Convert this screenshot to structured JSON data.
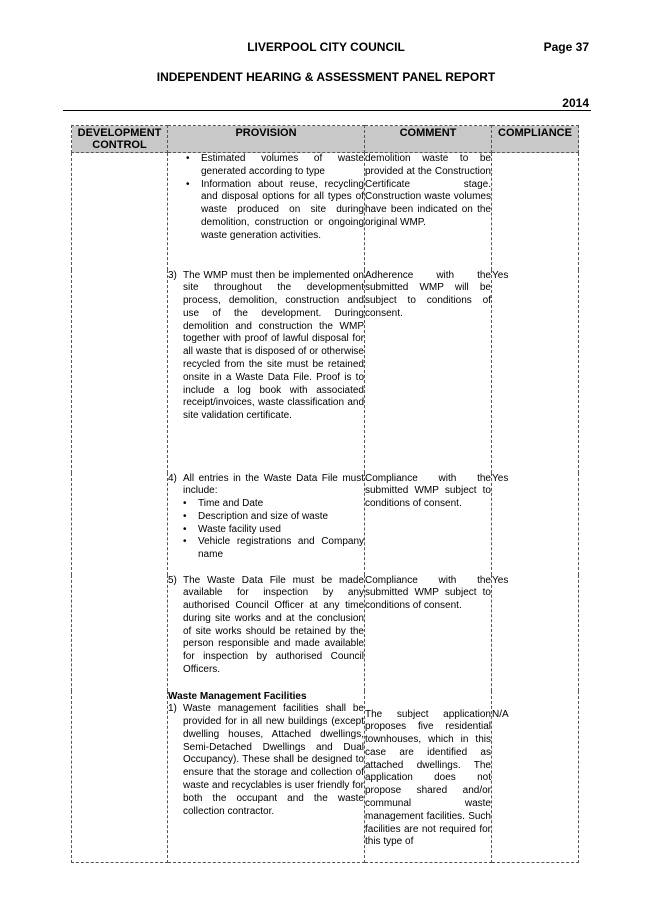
{
  "header": {
    "organisation": "LIVERPOOL CITY COUNCIL",
    "page": "Page 37",
    "report_title": "INDEPENDENT HEARING & ASSESSMENT PANEL REPORT",
    "year": "2014"
  },
  "table": {
    "columns": [
      "DEVELOPMENT CONTROL",
      "PROVISION",
      "COMMENT",
      "COMPLIANCE"
    ],
    "rows": [
      {
        "bullets": [
          "Estimated volumes of waste generated according to type",
          "Information about reuse, recycling and disposal options for all types of waste produced on site during demolition, construction or ongoing waste generation activities."
        ],
        "comment": "demolition waste to be provided at the Construction Certificate stage. Construction waste volumes have been indicated on the original WMP.",
        "compliance": ""
      },
      {
        "num": "3)",
        "text": "The WMP must then be implemented on site throughout the development process, demolition, construction and use of the development. During demolition and construction the WMP together with proof of lawful disposal for all waste that is disposed of or otherwise recycled from the site must be retained onsite in a Waste Data File. Proof is to include a log book with associated receipt/invoices, waste classification and site validation certificate.",
        "comment": "Adherence with the submitted WMP will be subject to conditions of consent.",
        "compliance": "Yes"
      },
      {
        "num": "4)",
        "text": "All entries in the Waste Data File must include:",
        "bullets": [
          "Time and Date",
          "Description and size of waste",
          "Waste facility used",
          "Vehicle registrations and Company name"
        ],
        "comment": "Compliance with the submitted WMP subject to conditions of consent.",
        "compliance": "Yes"
      },
      {
        "num": "5)",
        "text": "The Waste Data File must be made available for inspection by any authorised Council Officer at any time during site works and at the conclusion of site works should be retained by the person responsible and made available for inspection by authorised Council Officers.",
        "comment": "Compliance with the submitted WMP subject to conditions of consent.",
        "compliance": "Yes"
      },
      {
        "heading": "Waste Management Facilities",
        "num": "1)",
        "text": "Waste management facilities shall be provided for in all new buildings (except dwelling houses, Attached dwellings, Semi-Detached Dwellings and Dual Occupancy). These shall be designed to ensure that the storage and collection of waste and recyclables is user friendly for both the occupant and the waste collection contractor.",
        "comment": "The subject application proposes five residential townhouses, which in this case are identified as attached dwellings. The application does not propose shared and/or communal waste management facilities. Such facilities are not required for this type of",
        "compliance": "N/A"
      }
    ]
  }
}
